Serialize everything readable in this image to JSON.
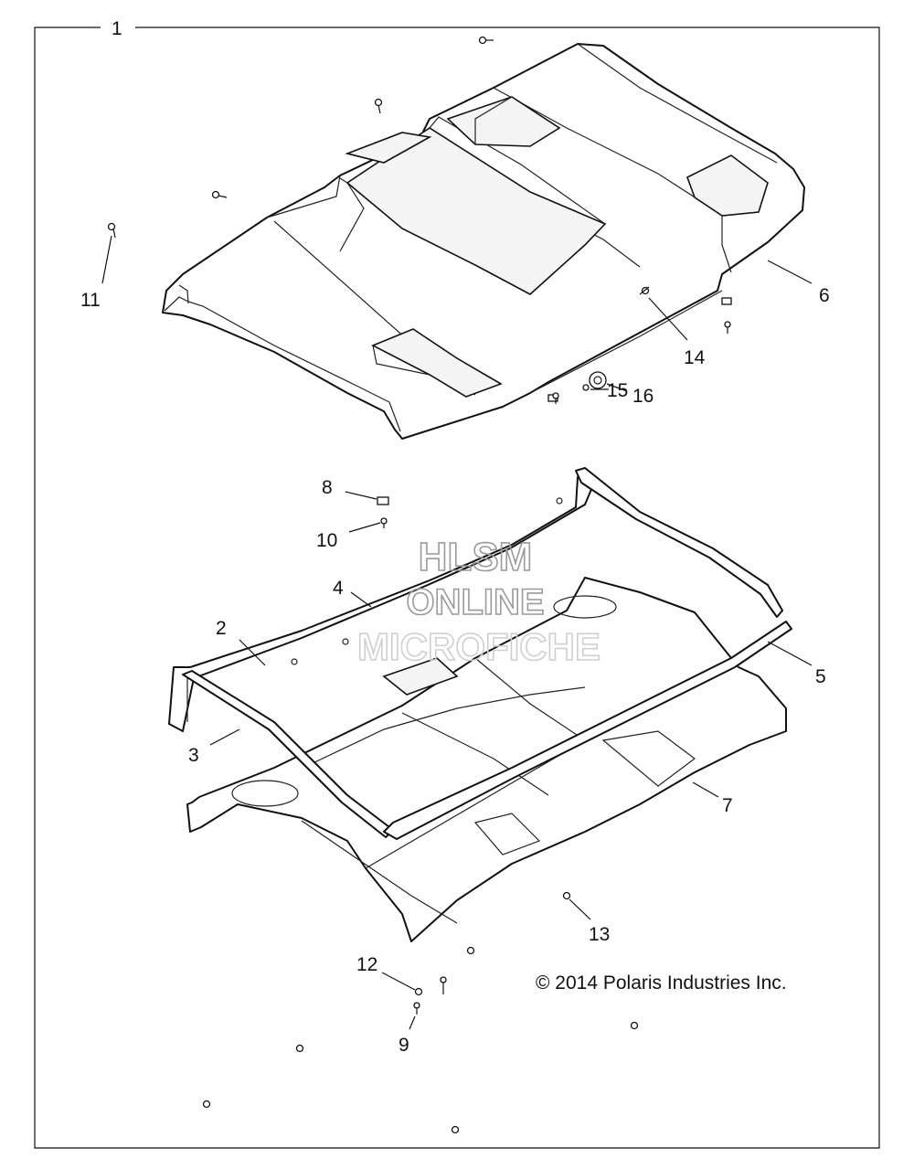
{
  "title_callout": "1",
  "watermark": {
    "line1": "HLSM",
    "line2": "ONLINE",
    "line3": "MICROFICHE"
  },
  "copyright": "© 2014 Polaris Industries Inc.",
  "callouts": [
    {
      "id": "c11",
      "label": "11"
    },
    {
      "id": "c6",
      "label": "6"
    },
    {
      "id": "c14",
      "label": "14"
    },
    {
      "id": "c16",
      "label": "16"
    },
    {
      "id": "c15",
      "label": "15"
    },
    {
      "id": "c8",
      "label": "8"
    },
    {
      "id": "c10",
      "label": "10"
    },
    {
      "id": "c4",
      "label": "4"
    },
    {
      "id": "c2",
      "label": "2"
    },
    {
      "id": "c5",
      "label": "5"
    },
    {
      "id": "c3",
      "label": "3"
    },
    {
      "id": "c7",
      "label": "7"
    },
    {
      "id": "c13",
      "label": "13"
    },
    {
      "id": "c12",
      "label": "12"
    },
    {
      "id": "c9",
      "label": "9"
    }
  ]
}
